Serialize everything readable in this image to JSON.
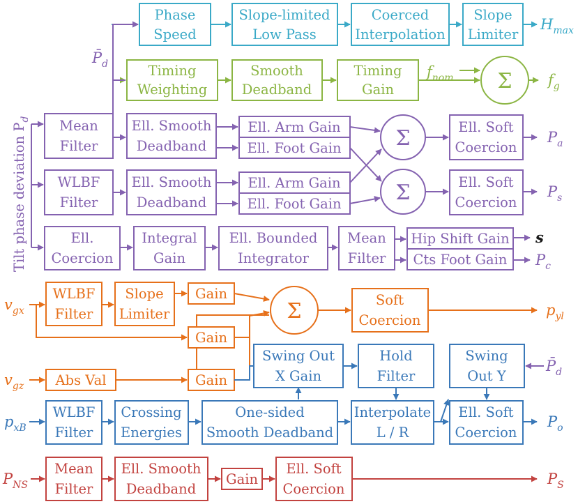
{
  "colors": {
    "teal": "#3aa9c7",
    "green": "#8bb543",
    "purple": "#8462b0",
    "orange": "#e6701a",
    "blue": "#3a78b8",
    "red": "#c2423f"
  },
  "side_label": "Tilt phase deviation P",
  "side_label_sub": "d",
  "sum_symbol": "Σ",
  "blocks": {
    "phase_speed": [
      "Phase",
      "Speed"
    ],
    "slope_low_pass": [
      "Slope-limited",
      "Low Pass"
    ],
    "coerced_interp": [
      "Coerced",
      "Interpolation"
    ],
    "slope_limiter_top": [
      "Slope",
      "Limiter"
    ],
    "timing_weighting": [
      "Timing",
      "Weighting"
    ],
    "smooth_deadband": [
      "Smooth",
      "Deadband"
    ],
    "timing_gain": [
      "Timing",
      "Gain"
    ],
    "mean_filter_1": [
      "Mean",
      "Filter"
    ],
    "ell_smooth_db_1": [
      "Ell. Smooth",
      "Deadband"
    ],
    "arm_gain_1": [
      "Ell. Arm Gain"
    ],
    "foot_gain_1": [
      "Ell. Foot Gain"
    ],
    "soft_coercion_a": [
      "Ell. Soft",
      "Coercion"
    ],
    "wlbf_filter_1": [
      "WLBF",
      "Filter"
    ],
    "ell_smooth_db_2": [
      "Ell. Smooth",
      "Deadband"
    ],
    "arm_gain_2": [
      "Ell. Arm Gain"
    ],
    "foot_gain_2": [
      "Ell. Foot Gain"
    ],
    "soft_coercion_s": [
      "Ell. Soft",
      "Coercion"
    ],
    "ell_coercion": [
      "Ell.",
      "Coercion"
    ],
    "integral_gain": [
      "Integral",
      "Gain"
    ],
    "bounded_integrator": [
      "Ell. Bounded",
      "Integrator"
    ],
    "mean_filter_2": [
      "Mean",
      "Filter"
    ],
    "hip_shift_gain": [
      "Hip Shift Gain"
    ],
    "cts_foot_gain": [
      "Cts Foot Gain"
    ],
    "wlbf_filter_2": [
      "WLBF",
      "Filter"
    ],
    "slope_limiter_2": [
      "Slope",
      "Limiter"
    ],
    "gain_1": [
      "Gain"
    ],
    "gain_2": [
      "Gain"
    ],
    "soft_coercion_yl": [
      "Soft",
      "Coercion"
    ],
    "abs_val": [
      "Abs Val"
    ],
    "gain_3": [
      "Gain"
    ],
    "swing_out_x": [
      "Swing Out",
      "X Gain"
    ],
    "hold_filter": [
      "Hold",
      "Filter"
    ],
    "swing_out_y": [
      "Swing",
      "Out Y"
    ],
    "wlbf_filter_3": [
      "WLBF",
      "Filter"
    ],
    "crossing_energies": [
      "Crossing",
      "Energies"
    ],
    "one_sided_db": [
      "One-sided",
      "Smooth Deadband"
    ],
    "interpolate_lr": [
      "Interpolate",
      "L / R"
    ],
    "soft_coercion_o": [
      "Ell. Soft",
      "Coercion"
    ],
    "mean_filter_3": [
      "Mean",
      "Filter"
    ],
    "ell_smooth_db_3": [
      "Ell. Smooth",
      "Deadband"
    ],
    "gain_4": [
      "Gain"
    ],
    "soft_coercion_ns": [
      "Ell. Soft",
      "Coercion"
    ]
  },
  "labels": {
    "p_d_bar": {
      "main": "P̄",
      "sub": "d"
    },
    "f_nom": {
      "main": "f",
      "sub": "nom"
    },
    "H_max": {
      "main": "H",
      "sub": "max"
    },
    "f_g": {
      "main": "f",
      "sub": "g"
    },
    "P_a": {
      "main": "P",
      "sub": "a"
    },
    "P_s": {
      "main": "P",
      "sub": "s"
    },
    "s": {
      "main": "s",
      "sub": ""
    },
    "P_c": {
      "main": "P",
      "sub": "c"
    },
    "v_gx": {
      "main": "v",
      "sub": "gx"
    },
    "p_yl": {
      "main": "p",
      "sub": "yl"
    },
    "v_gz": {
      "main": "v",
      "sub": "gz"
    },
    "P_d_bar_right": {
      "main": "P̄",
      "sub": "d"
    },
    "p_xB": {
      "main": "p",
      "sub": "xB"
    },
    "P_o": {
      "main": "P",
      "sub": "o"
    },
    "P_NS": {
      "main": "P",
      "sub": "NS"
    },
    "P_S": {
      "main": "P",
      "sub": "S"
    }
  }
}
